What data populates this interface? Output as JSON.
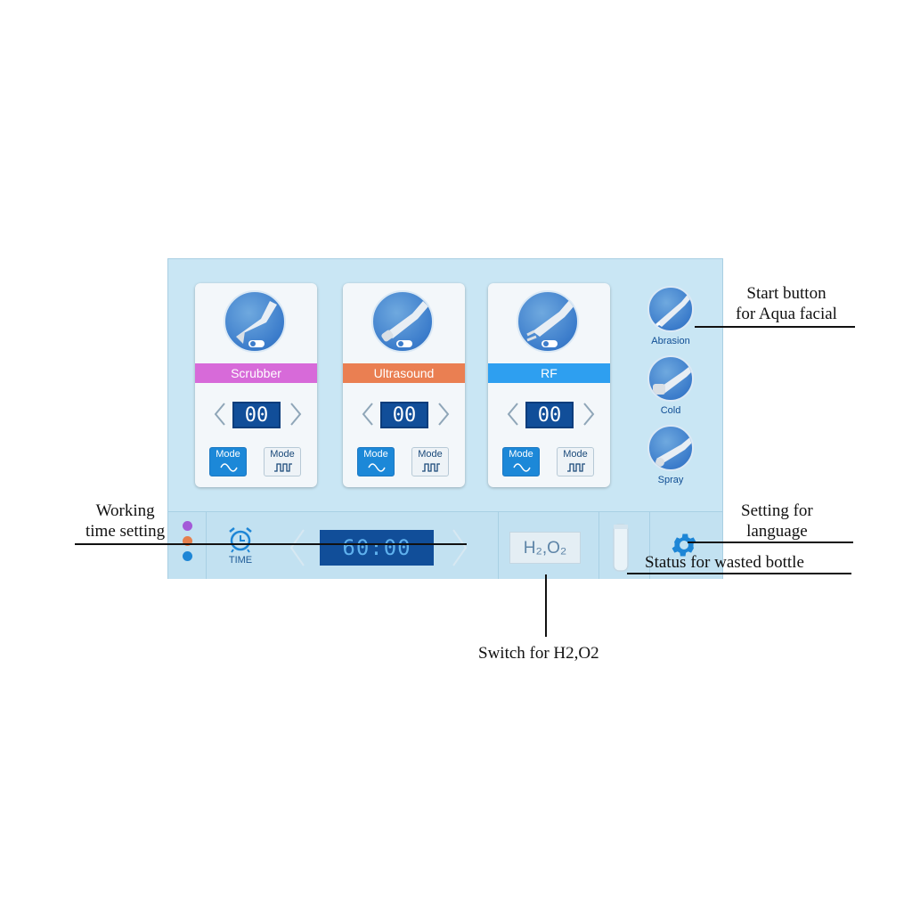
{
  "cards": [
    {
      "name": "Scrubber",
      "color": "#d76ad9",
      "value": "00",
      "mode1": "Mode",
      "mode2": "Mode"
    },
    {
      "name": "Ultrasound",
      "color": "#ea7f52",
      "value": "00",
      "mode1": "Mode",
      "mode2": "Mode"
    },
    {
      "name": "RF",
      "color": "#2e9ff0",
      "value": "00",
      "mode1": "Mode",
      "mode2": "Mode"
    }
  ],
  "side": [
    {
      "label": "Abrasion"
    },
    {
      "label": "Cold"
    },
    {
      "label": "Spray"
    }
  ],
  "bottom": {
    "time_label": "TIME",
    "time_value": "60:00",
    "h2o2_label": "H₂,O₂"
  },
  "annotations": {
    "start_button": "Start button\nfor Aqua facial",
    "working_time": "Working\ntime setting",
    "language": "Setting for\nlanguage",
    "bottle": "Status for wasted bottle",
    "switch": "Switch for H2,O2"
  },
  "colors": {
    "screen_bg": "#c9e6f4",
    "dot_purple": "#a35ad8",
    "dot_orange": "#e57f4d",
    "dot_blue": "#1e86d6"
  }
}
